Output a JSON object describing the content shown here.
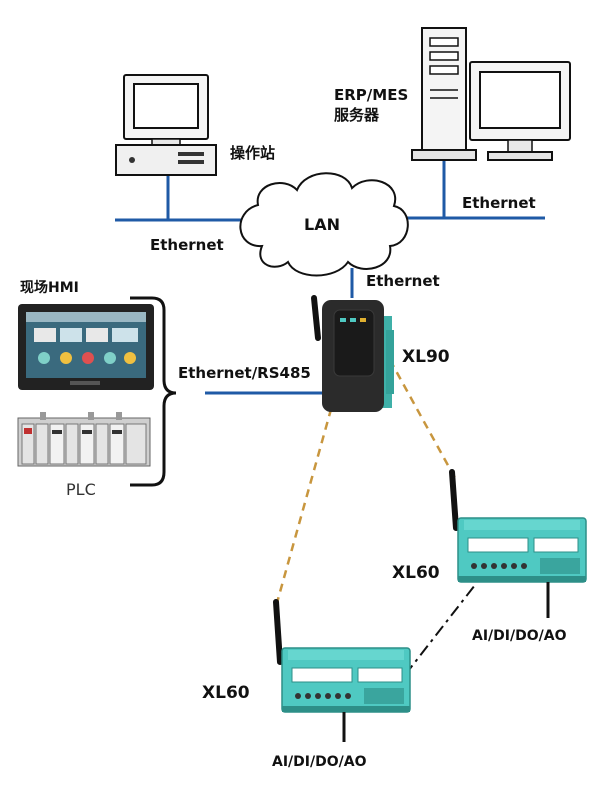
{
  "labels": {
    "operator_station": "操作站",
    "erp_mes_line1": "ERP/MES",
    "erp_mes_line2": "服务器",
    "lan": "LAN",
    "ethernet_left": "Ethernet",
    "ethernet_right": "Ethernet",
    "ethernet_gateway": "Ethernet",
    "ethernet_rs485": "Ethernet/RS485",
    "hmi": "现场HMI",
    "plc": "PLC",
    "gateway": "XL90",
    "node_right": "XL60",
    "node_bottom": "XL60",
    "io_right": "AI/DI/DO/AO",
    "io_bottom": "AI/DI/DO/AO"
  },
  "colors": {
    "network_line": "#1f5aa6",
    "wireless_link": "#c8963e",
    "device_teal": "#4fc9c2",
    "gateway_dark": "#2b2b2b"
  }
}
